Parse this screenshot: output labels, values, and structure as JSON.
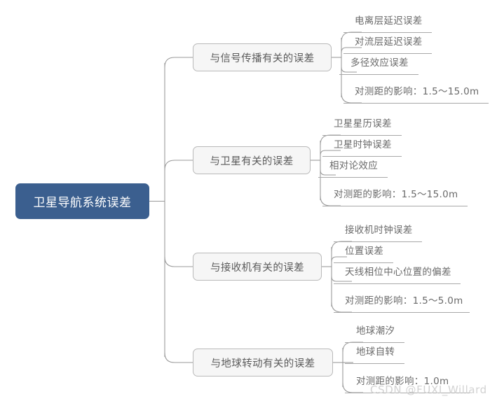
{
  "diagram": {
    "type": "mind-map",
    "title": "卫星导航系统误差",
    "colors": {
      "root_fill": "#3b5f8f",
      "root_text": "#ffffff",
      "branch_fill": "#f6f6f6",
      "branch_border": "#b9b9b9",
      "branch_text": "#5b5b5b",
      "leaf_text": "#6a6a6a",
      "connector": "#9a9a9a",
      "background": "#ffffff",
      "watermark": "#d2d2d2"
    },
    "root": {
      "label": "卫星导航系统误差"
    },
    "branches": [
      {
        "label": "与信号传播有关的误差",
        "leaves": [
          {
            "label": "电离层延迟误差"
          },
          {
            "label": "对流层延迟误差"
          },
          {
            "label": "多径效应误差"
          },
          {
            "label": "对测距的影响：1.5～15.0m"
          }
        ]
      },
      {
        "label": "与卫星有关的误差",
        "leaves": [
          {
            "label": "卫星星历误差"
          },
          {
            "label": "卫星时钟误差"
          },
          {
            "label": "相对论效应"
          },
          {
            "label": "对测距的影响：1.5～15.0m"
          }
        ]
      },
      {
        "label": "与接收机有关的误差",
        "leaves": [
          {
            "label": "接收机时钟误差"
          },
          {
            "label": "位置误差"
          },
          {
            "label": "天线相位中心位置的偏差"
          },
          {
            "label": "对测距的影响：1.5～5.0m"
          }
        ]
      },
      {
        "label": "与地球转动有关的误差",
        "leaves": [
          {
            "label": "地球潮汐"
          },
          {
            "label": "地球自转"
          },
          {
            "label": "对测距的影响：1.0m"
          }
        ]
      }
    ],
    "watermark": {
      "text": "CSDN @FUXI_Willard"
    }
  }
}
